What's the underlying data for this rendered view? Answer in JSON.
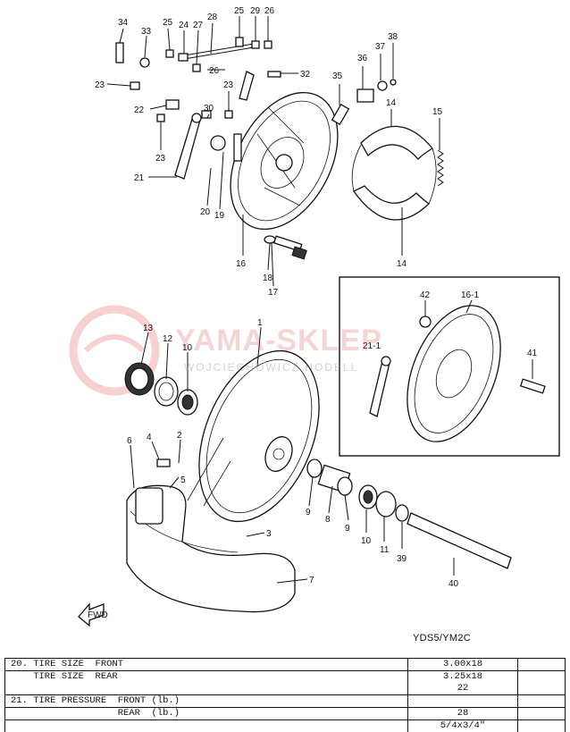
{
  "callouts": [
    {
      "id": "c34",
      "text": "34"
    },
    {
      "id": "c33",
      "text": "33"
    },
    {
      "id": "c25a",
      "text": "25"
    },
    {
      "id": "c24",
      "text": "24"
    },
    {
      "id": "c27",
      "text": "27"
    },
    {
      "id": "c28",
      "text": "28"
    },
    {
      "id": "c25b",
      "text": "25"
    },
    {
      "id": "c29",
      "text": "29"
    },
    {
      "id": "c26a",
      "text": "26"
    },
    {
      "id": "c26b",
      "text": "26"
    },
    {
      "id": "c23a",
      "text": "23"
    },
    {
      "id": "c23b",
      "text": "23"
    },
    {
      "id": "c32",
      "text": "32"
    },
    {
      "id": "c22",
      "text": "22"
    },
    {
      "id": "c30",
      "text": "30"
    },
    {
      "id": "c23c",
      "text": "23"
    },
    {
      "id": "c21",
      "text": "21"
    },
    {
      "id": "c20",
      "text": "20"
    },
    {
      "id": "c19",
      "text": "19"
    },
    {
      "id": "c16",
      "text": "16"
    },
    {
      "id": "c35",
      "text": "35"
    },
    {
      "id": "c36",
      "text": "36"
    },
    {
      "id": "c37",
      "text": "37"
    },
    {
      "id": "c38",
      "text": "38"
    },
    {
      "id": "c14a",
      "text": "14"
    },
    {
      "id": "c15",
      "text": "15"
    },
    {
      "id": "c14b",
      "text": "14"
    },
    {
      "id": "c18",
      "text": "18"
    },
    {
      "id": "c17",
      "text": "17"
    },
    {
      "id": "c42",
      "text": "42"
    },
    {
      "id": "c16_1",
      "text": "16-1"
    },
    {
      "id": "c21_1",
      "text": "21-1"
    },
    {
      "id": "c41",
      "text": "41"
    },
    {
      "id": "c13",
      "text": "13"
    },
    {
      "id": "c12",
      "text": "12"
    },
    {
      "id": "c10a",
      "text": "10"
    },
    {
      "id": "c1",
      "text": "1"
    },
    {
      "id": "c6",
      "text": "6"
    },
    {
      "id": "c4",
      "text": "4"
    },
    {
      "id": "c2",
      "text": "2"
    },
    {
      "id": "c5",
      "text": "5"
    },
    {
      "id": "c9a",
      "text": "9"
    },
    {
      "id": "c8",
      "text": "8"
    },
    {
      "id": "c9b",
      "text": "9"
    },
    {
      "id": "c10b",
      "text": "10"
    },
    {
      "id": "c11",
      "text": "11"
    },
    {
      "id": "c39",
      "text": "39"
    },
    {
      "id": "c3",
      "text": "3"
    },
    {
      "id": "c7",
      "text": "7"
    },
    {
      "id": "c40",
      "text": "40"
    }
  ],
  "fwd_label": "FWD",
  "watermark": {
    "title": "YAMA-SKLEP",
    "subtitle": "WOJCIECHOWICZ HODELL"
  },
  "model_code": "YDS5/YM2C",
  "spec_table": {
    "rows": [
      {
        "label": "20. TIRE SIZE  FRONT",
        "value": "3.00x18"
      },
      {
        "label": "    TIRE SIZE  REAR",
        "value": "3.25x18"
      },
      {
        "label": "",
        "value": "22"
      },
      {
        "label": "21. TIRE PRESSURE  FRONT (lb.)",
        "value": ""
      },
      {
        "label": "                   REAR  (lb.)",
        "value": "28"
      },
      {
        "label": "",
        "value": "5/4x3/4\""
      }
    ]
  }
}
